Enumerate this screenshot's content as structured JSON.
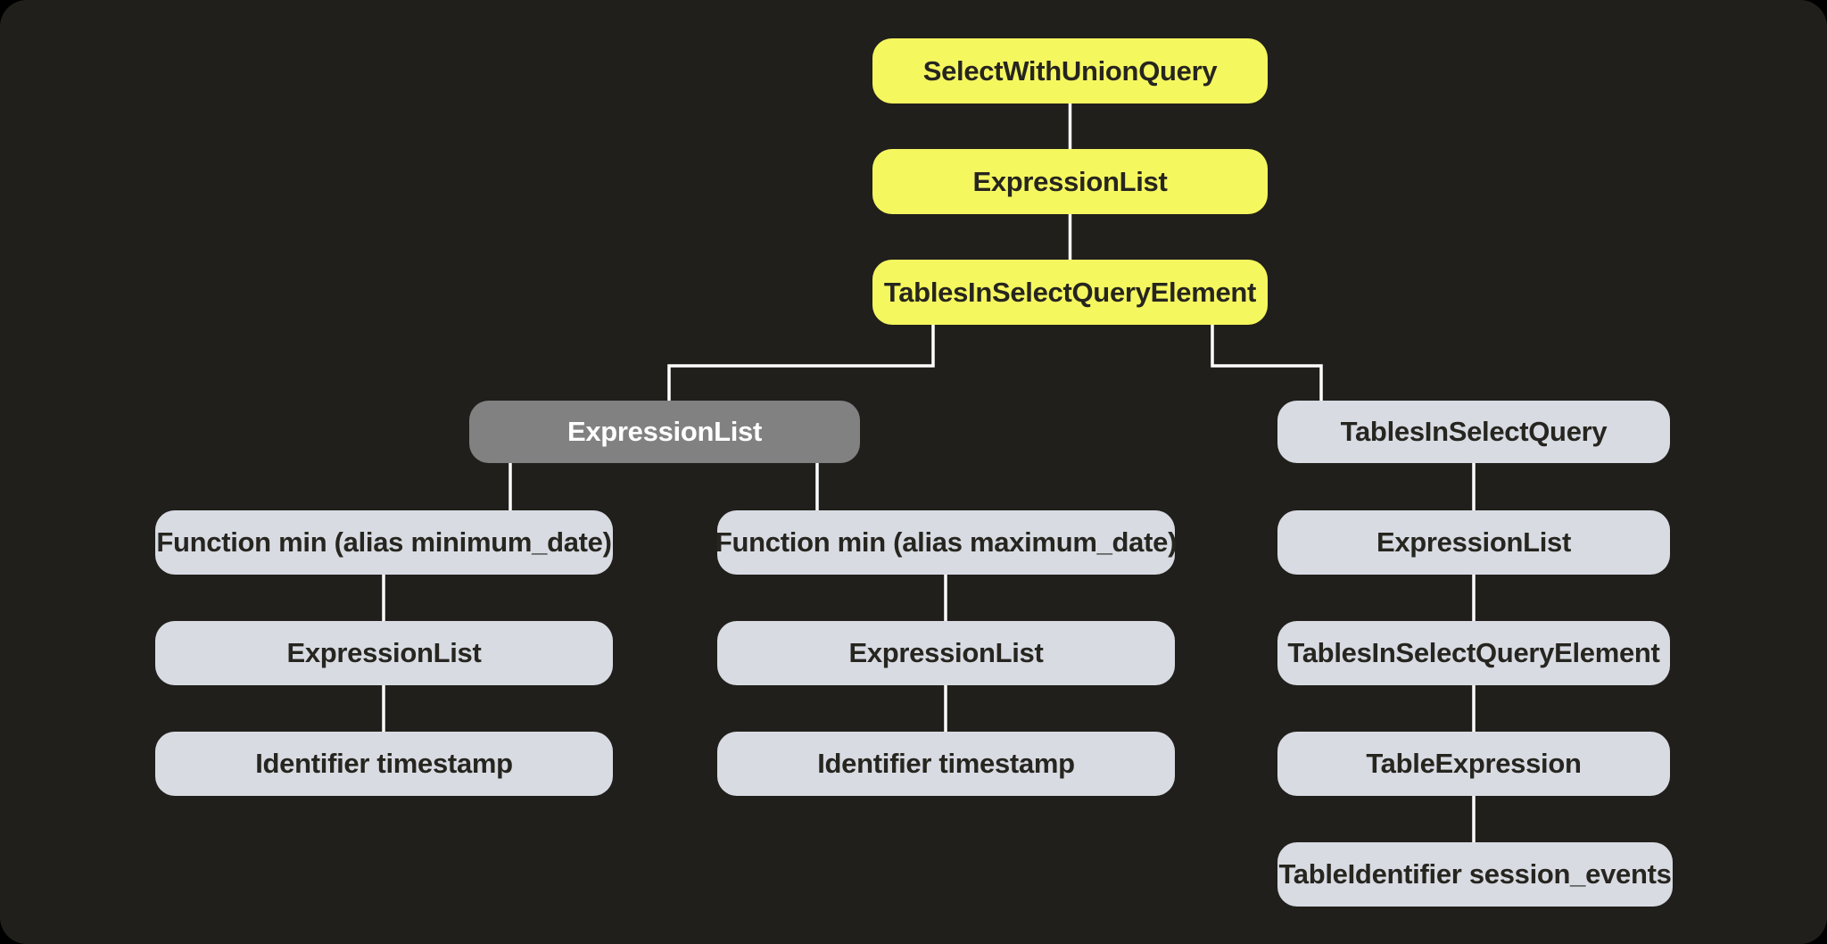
{
  "colors": {
    "background": "#201f1b",
    "page_outside": "#000000",
    "node_highlight_yellow": "#f5f75f",
    "node_light_gray": "#d8dbe2",
    "node_selected_gray": "#818181",
    "edge_line": "#ffffff",
    "text_dark": "#26251f",
    "text_on_selected": "#ffffff"
  },
  "nodes": [
    {
      "id": "n0",
      "label": "SelectWithUnionQuery",
      "variant": "yellow"
    },
    {
      "id": "n1",
      "label": "ExpressionList",
      "variant": "yellow"
    },
    {
      "id": "n2",
      "label": "TablesInSelectQueryElement",
      "variant": "yellow"
    },
    {
      "id": "n3",
      "label": "ExpressionList",
      "variant": "gray"
    },
    {
      "id": "n4",
      "label": "TablesInSelectQuery",
      "variant": "light"
    },
    {
      "id": "n5",
      "label": "Function min (alias minimum_date)",
      "variant": "light"
    },
    {
      "id": "n6",
      "label": "Function min (alias maximum_date)",
      "variant": "light"
    },
    {
      "id": "n7",
      "label": "ExpressionList",
      "variant": "light"
    },
    {
      "id": "n8",
      "label": "ExpressionList",
      "variant": "light"
    },
    {
      "id": "n9",
      "label": "ExpressionList",
      "variant": "light"
    },
    {
      "id": "n10",
      "label": "TablesInSelectQueryElement",
      "variant": "light"
    },
    {
      "id": "n11",
      "label": "Identifier timestamp",
      "variant": "light"
    },
    {
      "id": "n12",
      "label": "Identifier timestamp",
      "variant": "light"
    },
    {
      "id": "n13",
      "label": "TableExpression",
      "variant": "light"
    },
    {
      "id": "n14",
      "label": "TableIdentifier session_events",
      "variant": "light"
    }
  ],
  "edges": [
    {
      "from": "n0",
      "to": "n1"
    },
    {
      "from": "n1",
      "to": "n2"
    },
    {
      "from": "n2",
      "to": "n3"
    },
    {
      "from": "n2",
      "to": "n4"
    },
    {
      "from": "n3",
      "to": "n5"
    },
    {
      "from": "n3",
      "to": "n6"
    },
    {
      "from": "n4",
      "to": "n7"
    },
    {
      "from": "n5",
      "to": "n8"
    },
    {
      "from": "n6",
      "to": "n9"
    },
    {
      "from": "n7",
      "to": "n10"
    },
    {
      "from": "n8",
      "to": "n11"
    },
    {
      "from": "n9",
      "to": "n12"
    },
    {
      "from": "n10",
      "to": "n13"
    },
    {
      "from": "n13",
      "to": "n14"
    }
  ]
}
